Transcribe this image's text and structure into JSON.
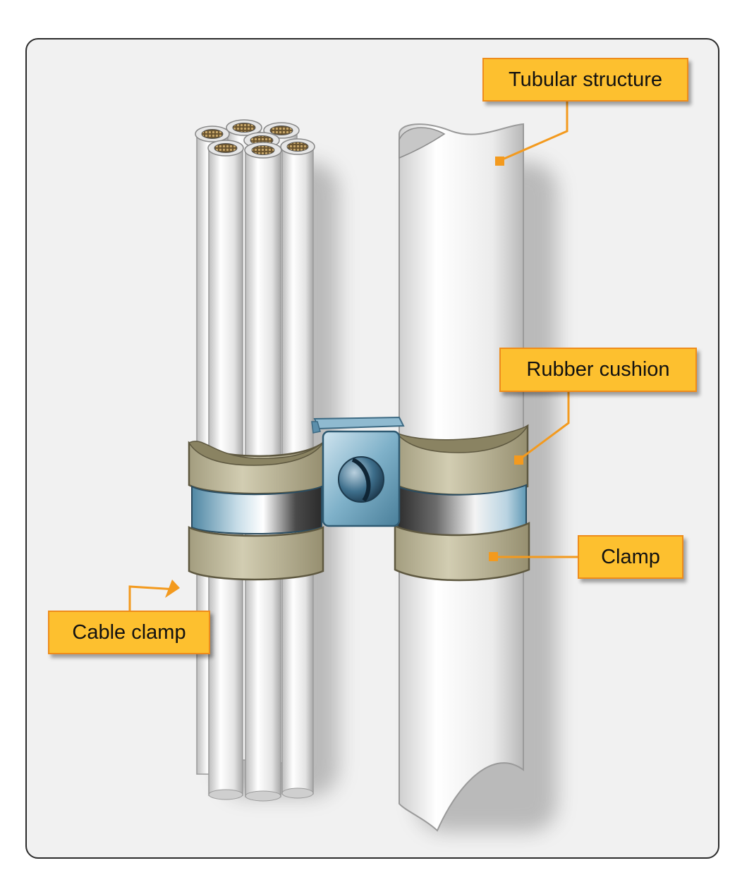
{
  "labels": {
    "tubular_structure": "Tubular structure",
    "rubber_cushion": "Rubber cushion",
    "clamp": "Clamp",
    "cable_clamp": "Cable clamp"
  },
  "colors": {
    "callout_fill": "#fdc02f",
    "callout_border": "#ee8c1b",
    "leader_line": "#f39a1e",
    "rubber_cushion": "#c9c3a6",
    "steel_band": "#6aa0bb",
    "panel_background": "#f1f1f1"
  }
}
